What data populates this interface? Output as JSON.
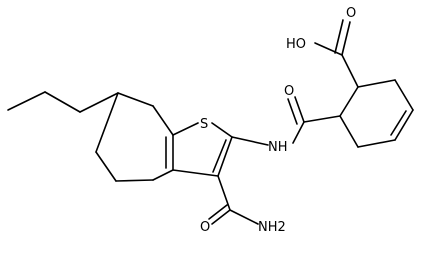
{
  "molecule": {
    "labels": {
      "carboxylic_acid_oh": "HO",
      "carboxylic_acid_o": "O",
      "amide_linker_o": "O",
      "amide_linker_nh": "NH",
      "thiophene_s": "S",
      "carboxamide_o": "O",
      "carboxamide_nh2": "NH2"
    }
  }
}
